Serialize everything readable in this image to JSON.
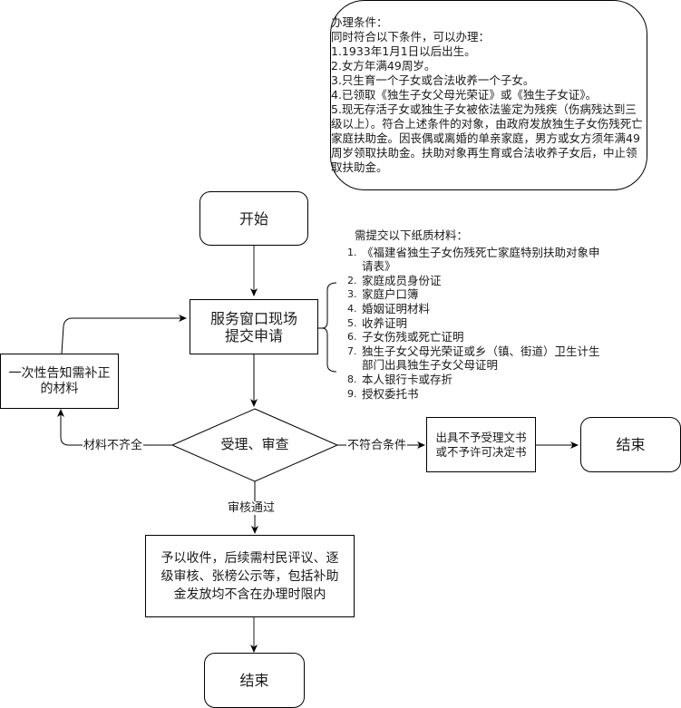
{
  "conditions": {
    "title": "办理条件：",
    "lines": [
      "同时符合以下条件，可以办理：",
      "1.1933年1月1日以后出生。",
      "2.女方年满49周岁。",
      "3.只生育一个子女或合法收养一个子女。",
      "4.已领取《独生子女父母光荣证》或《独生子女证》。",
      "5.现无存活子女或独生子女被依法鉴定为残疾（伤病残达到三级以上）。符合上述条件的对象，由政府发放独生子女伤残死亡家庭扶助金。因丧偶或离婚的单亲家庭，男方或女方须年满49周岁领取扶助金。扶助对象再生育或合法收养子女后，中止领取扶助金。"
    ]
  },
  "nodes": {
    "start": "开始",
    "submit_line1": "服务窗口现场",
    "submit_line2": "提交申请",
    "notify_line1": "一次性告知需补正",
    "notify_line2": "的材料",
    "review": "受理、审查",
    "reject_line1": "出具不予受理文书",
    "reject_line2": "或不予许可决定书",
    "end_right": "结束",
    "accept_line1": "予以收件，后续需村民评议、逐",
    "accept_line2": "级审核、张榜公示等，包括补助",
    "accept_line3": "金发放均不含在办理时限内",
    "end_bottom": "结束"
  },
  "materials": {
    "header": "需提交以下纸质材料：",
    "items": [
      {
        "num": "1.",
        "text": "《福建省独生子女伤残死亡家庭特别扶助对象申请表》"
      },
      {
        "num": "2.",
        "text": "家庭成员身份证"
      },
      {
        "num": "3.",
        "text": "家庭户口簿"
      },
      {
        "num": "4.",
        "text": "婚姻证明材料"
      },
      {
        "num": "5.",
        "text": "收养证明"
      },
      {
        "num": "6.",
        "text": "子女伤残或死亡证明"
      },
      {
        "num": "7.",
        "text": "独生子女父母光荣证或乡（镇、街道）卫生计生部门出具独生子女父母证明"
      },
      {
        "num": "8.",
        "text": "本人银行卡或存折"
      },
      {
        "num": "9.",
        "text": "授权委托书"
      }
    ]
  },
  "edge_labels": {
    "incomplete": "材料不齐全",
    "not_eligible": "不符合条件",
    "approved": "审核通过"
  }
}
